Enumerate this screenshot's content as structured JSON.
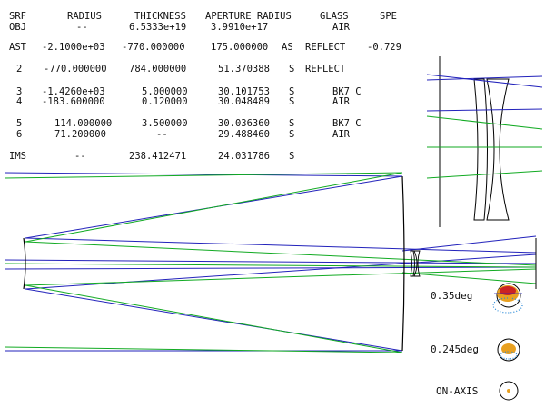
{
  "header": {
    "srf": "SRF",
    "radius": "RADIUS",
    "thickness": "THICKNESS",
    "aperture": "APERTURE RADIUS",
    "glass": "GLASS",
    "spe": "SPE"
  },
  "surfaces": [
    {
      "srf": "OBJ",
      "radius": "--",
      "thickness": "6.5333e+19",
      "aperture": "3.9910e+17",
      "flag": "",
      "glass": "AIR",
      "spe": ""
    },
    {
      "srf": "AST",
      "radius": "-2.1000e+03",
      "thickness": "-770.000000",
      "aperture": "175.000000",
      "flag": "AS",
      "glass": "REFLECT",
      "spe": "-0.729"
    },
    {
      "srf": "2",
      "radius": "-770.000000",
      "thickness": "784.000000",
      "aperture": "51.370388",
      "flag": "S",
      "glass": "REFLECT",
      "spe": ""
    },
    {
      "srf": "3",
      "radius": "-1.4260e+03",
      "thickness": "5.000000",
      "aperture": "30.101753",
      "flag": "S",
      "glass": "BK7 C",
      "spe": ""
    },
    {
      "srf": "4",
      "radius": "-183.600000",
      "thickness": "0.120000",
      "aperture": "30.048489",
      "flag": "S",
      "glass": "AIR",
      "spe": ""
    },
    {
      "srf": "5",
      "radius": "114.000000",
      "thickness": "3.500000",
      "aperture": "30.036360",
      "flag": "S",
      "glass": "BK7 C",
      "spe": ""
    },
    {
      "srf": "6",
      "radius": "71.200000",
      "thickness": "--",
      "aperture": "29.488460",
      "flag": "S",
      "glass": "AIR",
      "spe": ""
    },
    {
      "srf": "IMS",
      "radius": "--",
      "thickness": "238.412471",
      "aperture": "24.031786",
      "flag": "S",
      "glass": "",
      "spe": ""
    }
  ],
  "spots": [
    {
      "label": "0.35deg"
    },
    {
      "label": "0.245deg"
    },
    {
      "label": "ON-AXIS"
    }
  ],
  "colors": {
    "blue": "#2222bb",
    "green": "#11aa22",
    "black": "#000000",
    "spot_orange": "#e8a020",
    "spot_red": "#cc2222"
  }
}
